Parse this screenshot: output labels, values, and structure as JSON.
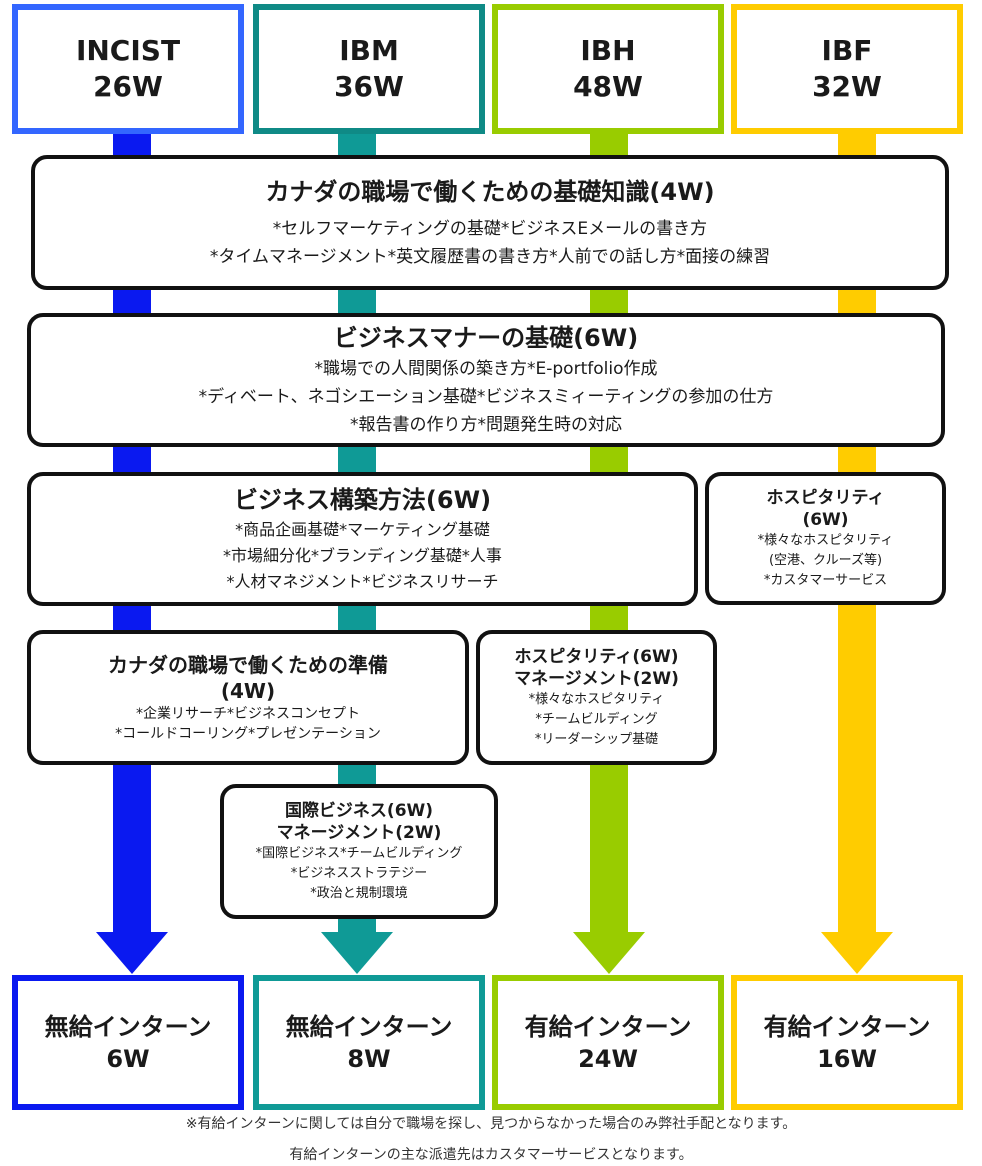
{
  "programs": [
    {
      "name": "INCIST",
      "weeks": "26W"
    },
    {
      "name": "IBM",
      "weeks": "36W"
    },
    {
      "name": "IBH",
      "weeks": "48W"
    },
    {
      "name": "IBF",
      "weeks": "32W"
    }
  ],
  "modules": {
    "canada_basics": {
      "title": "カナダの職場で働くための基礎知識(4W)",
      "line1": "*セルフマーケティングの基礎*ビジネスEメールの書き方",
      "line2": "*タイムマネージメント*英文履歴書の書き方*人前での話し方*面接の練習"
    },
    "business_manner": {
      "title": "ビジネスマナーの基礎(6W)",
      "line1": "*職場での人間関係の築き方*E-portfolio作成",
      "line2": "*ディベート、ネゴシエーション基礎*ビジネスミィーティングの参加の仕方",
      "line3": "*報告書の作り方*問題発生時の対応"
    },
    "business_build": {
      "title": "ビジネス構築方法(6W)",
      "line1": "*商品企画基礎*マーケティング基礎",
      "line2": "*市場細分化*ブランディング基礎*人事",
      "line3": "*人材マネジメント*ビジネスリサーチ"
    },
    "hospitality_ibf": {
      "title1": "ホスピタリティ",
      "title2": "(6W)",
      "line1": "*様々なホスピタリティ",
      "line2": "(空港、クルーズ等)",
      "line3": "*カスタマーサービス"
    },
    "canada_prep": {
      "title1": "カナダの職場で働くための準備",
      "title2": "(4W)",
      "line1": "*企業リサーチ*ビジネスコンセプト",
      "line2": "*コールドコーリング*プレゼンテーション"
    },
    "hospitality_mgmt": {
      "title1": "ホスピタリティ(6W)",
      "title2": "マネージメント(2W)",
      "line1": "*様々なホスピタリティ",
      "line2": "*チームビルディング",
      "line3": "*リーダーシップ基礎"
    },
    "intl_business": {
      "title1": "国際ビジネス(6W)",
      "title2": "マネージメント(2W)",
      "line1": "*国際ビジネス*チームビルディング",
      "line2": "*ビジネスストラテジー",
      "line3": "*政治と規制環境"
    }
  },
  "internships": [
    {
      "label": "無給インターン",
      "weeks": "6W"
    },
    {
      "label": "無給インターン",
      "weeks": "8W"
    },
    {
      "label": "有給インターン",
      "weeks": "24W"
    },
    {
      "label": "有給インターン",
      "weeks": "16W"
    }
  ],
  "notes": {
    "note1": "※有給インターンに関しては自分で職場を探し、見つからなかった場合のみ弊社手配となります。",
    "note2": "有給インターンの主な派遣先はカスタマーサービスとなります。"
  },
  "colors": {
    "incist": "#0a19f0",
    "ibm": "#0f9a96",
    "ibh": "#99cc00",
    "ibf": "#ffcc00"
  }
}
